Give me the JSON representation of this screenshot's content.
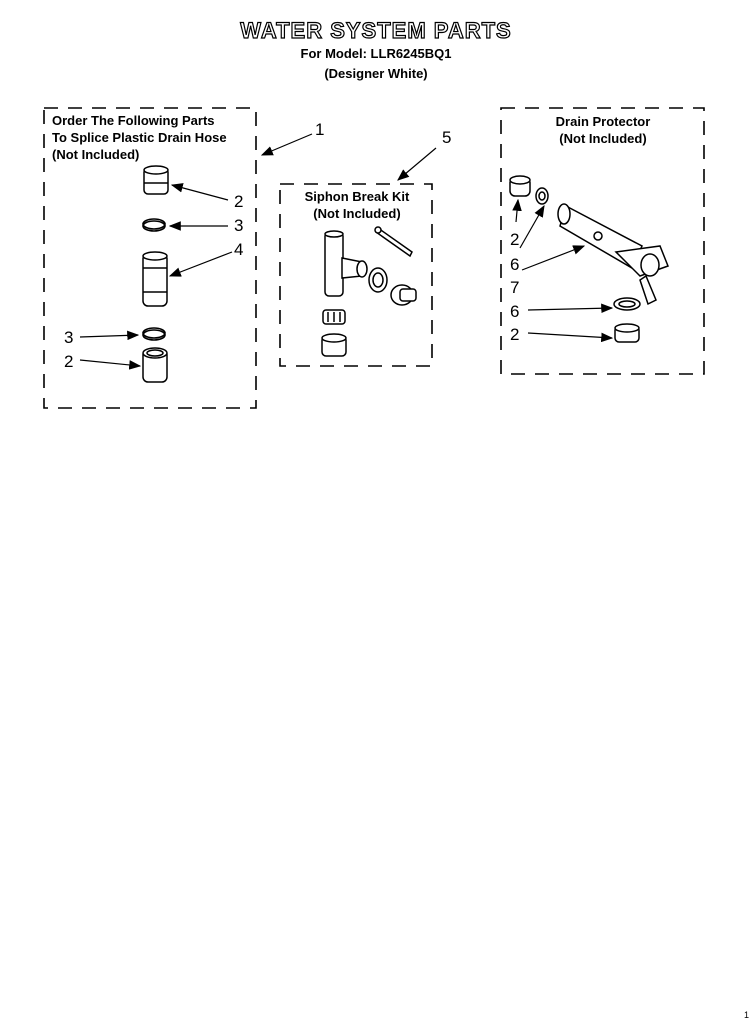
{
  "header": {
    "title": "WATER SYSTEM PARTS",
    "model_line": "For Model: LLR6245BQ1",
    "variant_line": "(Designer White)"
  },
  "groups": {
    "splice": {
      "label_line1": "Order The Following Parts",
      "label_line2": "To Splice Plastic Drain Hose",
      "label_line3": "(Not Included)",
      "callouts": [
        "1",
        "2",
        "3",
        "4",
        "3",
        "2"
      ]
    },
    "siphon": {
      "label_line1": "Siphon Break Kit",
      "label_line2": "(Not Included)",
      "callouts": [
        "5"
      ]
    },
    "drain": {
      "label_line1": "Drain Protector",
      "label_line2": "(Not Included)",
      "callouts": [
        "2",
        "6",
        "7",
        "6",
        "2"
      ]
    }
  },
  "page_mark": "1"
}
